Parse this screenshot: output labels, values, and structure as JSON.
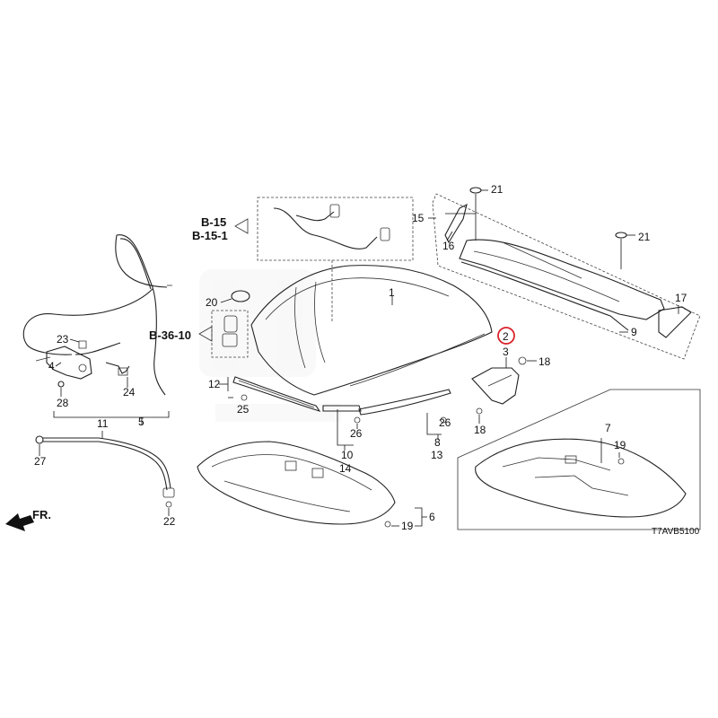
{
  "diagram": {
    "ref_b15": "B-15",
    "ref_b151": "B-15-1",
    "ref_b3610": "B-36-10",
    "direction_label": "FR.",
    "code": "T7AVB5100",
    "highlight_color": "#d9232a",
    "callouts": {
      "c1": "1",
      "c2": "2",
      "c3": "3",
      "c4": "4",
      "c5": "5",
      "c6": "6",
      "c7": "7",
      "c8": "8",
      "c9": "9",
      "c10": "10",
      "c11": "11",
      "c12": "12",
      "c13": "13",
      "c14": "14",
      "c15": "15",
      "c16": "16",
      "c17": "17",
      "c18a": "18",
      "c18b": "18",
      "c19a": "19",
      "c19b": "19",
      "c20": "20",
      "c21a": "21",
      "c21b": "21",
      "c22": "22",
      "c23": "23",
      "c24": "24",
      "c25": "25",
      "c26a": "26",
      "c26b": "26",
      "c27": "27",
      "c28": "28"
    }
  }
}
